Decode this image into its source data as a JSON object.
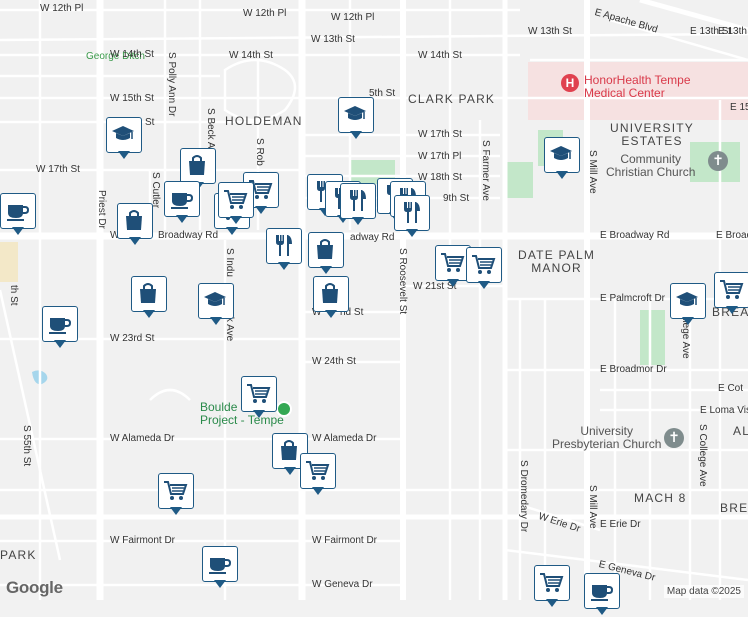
{
  "streets": [
    {
      "id": "w12pl-a",
      "text": "W 12th Pl"
    },
    {
      "id": "w12pl-b",
      "text": "W 12th Pl"
    },
    {
      "id": "w12pl-c",
      "text": "W 12th Pl"
    },
    {
      "id": "w13-a",
      "text": "W 13th St"
    },
    {
      "id": "w13-b",
      "text": "W 13th St"
    },
    {
      "id": "w14-a",
      "text": "W 14th St"
    },
    {
      "id": "w14-b",
      "text": "W 14th St"
    },
    {
      "id": "w14-c",
      "text": "W 14th St"
    },
    {
      "id": "w15-a",
      "text": "W 15th St"
    },
    {
      "id": "w15-b",
      "text": "5th St"
    },
    {
      "id": "w16",
      "text": "St"
    },
    {
      "id": "w17-a",
      "text": "W 17th St"
    },
    {
      "id": "w17-b",
      "text": "W 17th St"
    },
    {
      "id": "w17pl",
      "text": "W 17th Pl"
    },
    {
      "id": "w18",
      "text": "W 18th St"
    },
    {
      "id": "w19",
      "text": "9th St"
    },
    {
      "id": "wbroad",
      "text": "W"
    },
    {
      "id": "wbroad2",
      "text": "Broadway Rd"
    },
    {
      "id": "wbroad3",
      "text": "adway Rd"
    },
    {
      "id": "ebroad-a",
      "text": "E Broadway Rd"
    },
    {
      "id": "ebroad-b",
      "text": "E Broad"
    },
    {
      "id": "w21",
      "text": "W 21st St"
    },
    {
      "id": "w22",
      "text": "W"
    },
    {
      "id": "w22b",
      "text": "nd St"
    },
    {
      "id": "w23",
      "text": "W 23rd St"
    },
    {
      "id": "w24",
      "text": "W 24th St"
    },
    {
      "id": "walameda-a",
      "text": "W Alameda Dr"
    },
    {
      "id": "walameda-b",
      "text": "W Alameda Dr"
    },
    {
      "id": "wfairmont-a",
      "text": "W Fairmont Dr"
    },
    {
      "id": "wfairmont-b",
      "text": "W Fairmont Dr"
    },
    {
      "id": "wgeneva",
      "text": "W Geneva Dr"
    },
    {
      "id": "epalmcroft",
      "text": "E Palmcroft Dr"
    },
    {
      "id": "ebroadmor",
      "text": "E Broadmor Dr"
    },
    {
      "id": "ecot",
      "text": "E Cot"
    },
    {
      "id": "eloma",
      "text": "E Loma Vist"
    },
    {
      "id": "weriedr",
      "text": "W Erie Dr"
    },
    {
      "id": "eeriedr",
      "text": "E Erie Dr"
    },
    {
      "id": "egeneva",
      "text": "E Geneva Dr"
    },
    {
      "id": "e15",
      "text": "E 15"
    },
    {
      "id": "eapache",
      "text": "E Apache Blvd"
    },
    {
      "id": "e13",
      "text": "E 13th St"
    },
    {
      "id": "e13b",
      "text": "E 13th St"
    }
  ],
  "vstreets": [
    {
      "id": "priest",
      "text": "Priest Dr"
    },
    {
      "id": "pollyann",
      "text": "S Polly Ann Dr"
    },
    {
      "id": "beck",
      "text": "S Beck Ave"
    },
    {
      "id": "roberts",
      "text": "S Rob"
    },
    {
      "id": "cutler",
      "text": "S Cutler"
    },
    {
      "id": "indust",
      "text": "S Indu"
    },
    {
      "id": "park",
      "text": "ark Ave"
    },
    {
      "id": "roosevelt",
      "text": "S Roosevelt St"
    },
    {
      "id": "farmer",
      "text": "S Farmer Ave"
    },
    {
      "id": "mill",
      "text": "S Mill Ave"
    },
    {
      "id": "mill2",
      "text": "S Mill Ave"
    },
    {
      "id": "dromedary",
      "text": "S Dromedary Dr"
    },
    {
      "id": "college",
      "text": "S College Ave"
    },
    {
      "id": "college2",
      "text": "S College Ave"
    },
    {
      "id": "s55",
      "text": "S 55th St"
    },
    {
      "id": "th",
      "text": "th St"
    }
  ],
  "areas": {
    "holdeman": "HOLDEMAN",
    "clark_park": "CLARK PARK",
    "university_estates_1": "UNIVERSITY",
    "university_estates_2": "ESTATES",
    "date_palm_1": "DATE PALM",
    "date_palm_2": "MANOR",
    "mach8": "MACH 8",
    "park_area": "PARK",
    "brea": "BREA",
    "bre": "BRE",
    "al": "AL"
  },
  "pois": {
    "hospital_1": "HonorHealth Tempe",
    "hospital_2": "Medical Center",
    "church1_1": "Community",
    "church1_2": "Christian Church",
    "church2_1": "University",
    "church2_2": "Presbyterian Church",
    "george_ditch": "George Ditch",
    "boulder_1": "Boulde",
    "boulder_2": "Project - Tempe"
  },
  "markers": [
    {
      "type": "school",
      "name": "school"
    },
    {
      "type": "school",
      "name": "school"
    },
    {
      "type": "school",
      "name": "school"
    },
    {
      "type": "school",
      "name": "school"
    },
    {
      "type": "school",
      "name": "school"
    },
    {
      "type": "shopping",
      "name": "shopping"
    },
    {
      "type": "shopping",
      "name": "shopping"
    },
    {
      "type": "shopping",
      "name": "shopping"
    },
    {
      "type": "shopping",
      "name": "shopping"
    },
    {
      "type": "shopping",
      "name": "shopping"
    },
    {
      "type": "shopping",
      "name": "shopping"
    },
    {
      "type": "cafe",
      "name": "cafe"
    },
    {
      "type": "cafe",
      "name": "cafe"
    },
    {
      "type": "cafe",
      "name": "cafe"
    },
    {
      "type": "cafe",
      "name": "cafe"
    },
    {
      "type": "cafe",
      "name": "cafe"
    },
    {
      "type": "grocery",
      "name": "grocery"
    },
    {
      "type": "grocery",
      "name": "grocery"
    },
    {
      "type": "grocery",
      "name": "grocery"
    },
    {
      "type": "grocery",
      "name": "grocery"
    },
    {
      "type": "grocery",
      "name": "grocery"
    },
    {
      "type": "grocery",
      "name": "grocery"
    },
    {
      "type": "grocery",
      "name": "grocery"
    },
    {
      "type": "grocery",
      "name": "grocery"
    },
    {
      "type": "grocery",
      "name": "grocery"
    },
    {
      "type": "grocery",
      "name": "grocery"
    },
    {
      "type": "restaurant",
      "name": "restaurant"
    },
    {
      "type": "restaurant",
      "name": "restaurant"
    },
    {
      "type": "restaurant",
      "name": "restaurant"
    },
    {
      "type": "restaurant",
      "name": "restaurant"
    },
    {
      "type": "restaurant",
      "name": "restaurant"
    },
    {
      "type": "restaurant",
      "name": "restaurant"
    },
    {
      "type": "restaurant",
      "name": "restaurant"
    }
  ],
  "branding": {
    "logo": "Google",
    "attribution": "Map data ©2025"
  },
  "colors": {
    "background": "#f2f2f2",
    "road": "#ffffff",
    "major_road": "#ffffff",
    "park": "#bfe6c5",
    "hospital_zone": "#f6dede",
    "marker_border": "#1f5a85",
    "marker_icon": "#1f4f78",
    "water": "#9fd3ea"
  }
}
